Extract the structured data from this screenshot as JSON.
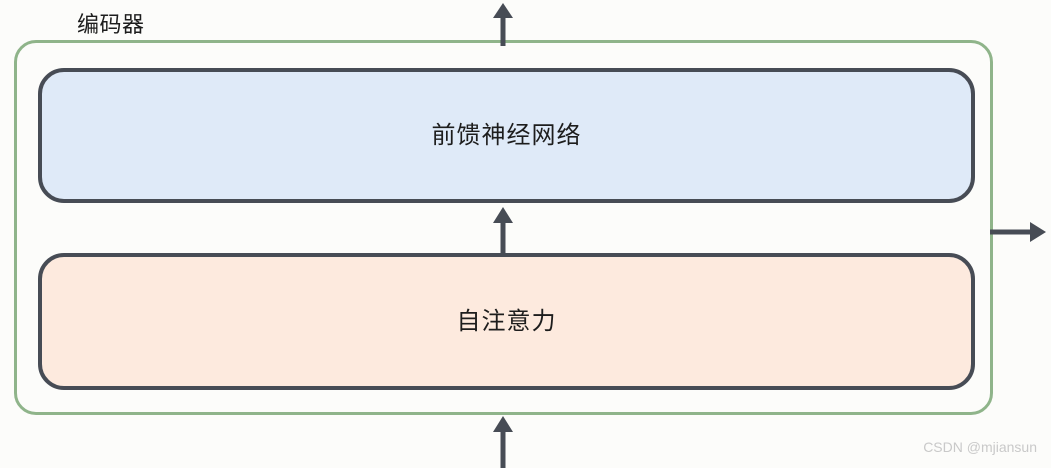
{
  "diagram": {
    "title": "编码器",
    "container": {
      "name": "encoder-container",
      "border_color": "#8fb48a"
    },
    "blocks": [
      {
        "id": "feed-forward",
        "label": "前馈神经网络",
        "fill_color": "#dfeaf8",
        "border_color": "#474c55"
      },
      {
        "id": "self-attention",
        "label": "自注意力",
        "fill_color": "#fdeade",
        "border_color": "#474c55"
      }
    ],
    "arrows": [
      {
        "id": "output-arrow",
        "direction": "up",
        "color": "#474c55"
      },
      {
        "id": "attention-to-ffn-arrow",
        "direction": "up",
        "color": "#474c55"
      },
      {
        "id": "input-arrow",
        "direction": "up",
        "color": "#474c55"
      },
      {
        "id": "side-output-arrow",
        "direction": "right",
        "color": "#474c55"
      }
    ]
  },
  "watermark": {
    "text": "CSDN @mjiansun"
  }
}
